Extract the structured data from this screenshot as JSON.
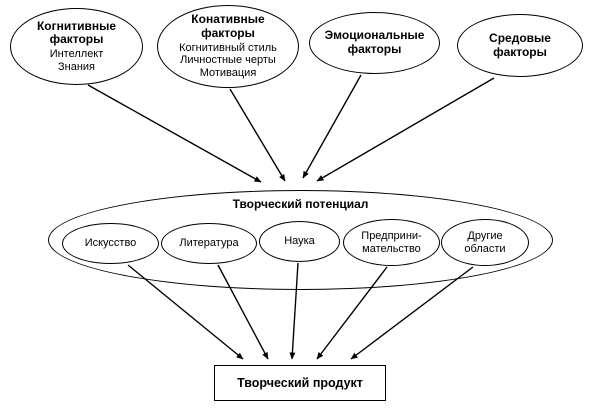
{
  "diagram": {
    "colors": {
      "background": "#ffffff",
      "line": "#000000"
    },
    "top_factors": [
      {
        "title": "Когнитивные\nфакторы",
        "sub": "Интеллект\nЗнания"
      },
      {
        "title": "Конативные\nфакторы",
        "sub": "Когнитивный стиль\nЛичностные черты\nМотивация"
      },
      {
        "title": "Эмоциональные\nфакторы",
        "sub": ""
      },
      {
        "title": "Средовые\nфакторы",
        "sub": ""
      }
    ],
    "potential": {
      "title": "Творческий потенциал",
      "areas": [
        {
          "label": "Искусство"
        },
        {
          "label": "Литература"
        },
        {
          "label": "Наука"
        },
        {
          "label": "Предприни-\nмательство"
        },
        {
          "label": "Другие\nобласти"
        }
      ]
    },
    "product": {
      "title": "Творческий продукт"
    }
  }
}
